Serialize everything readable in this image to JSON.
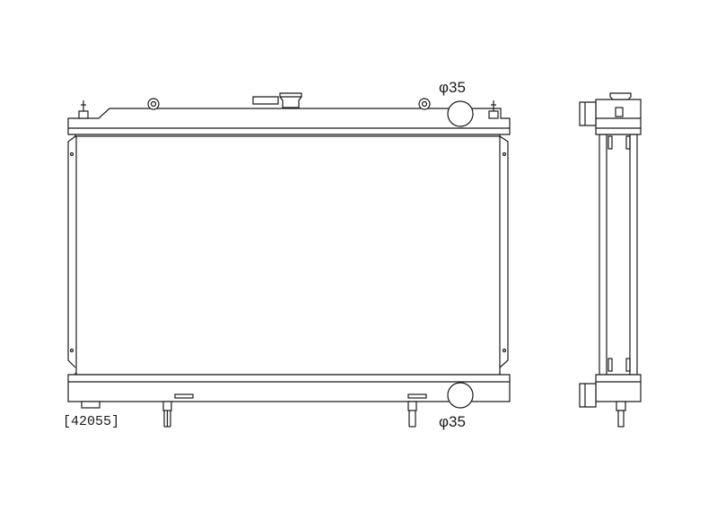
{
  "labels": {
    "outlet_diameter_top": "φ35",
    "outlet_diameter_bottom": "φ35",
    "part_number": "[42055]"
  }
}
